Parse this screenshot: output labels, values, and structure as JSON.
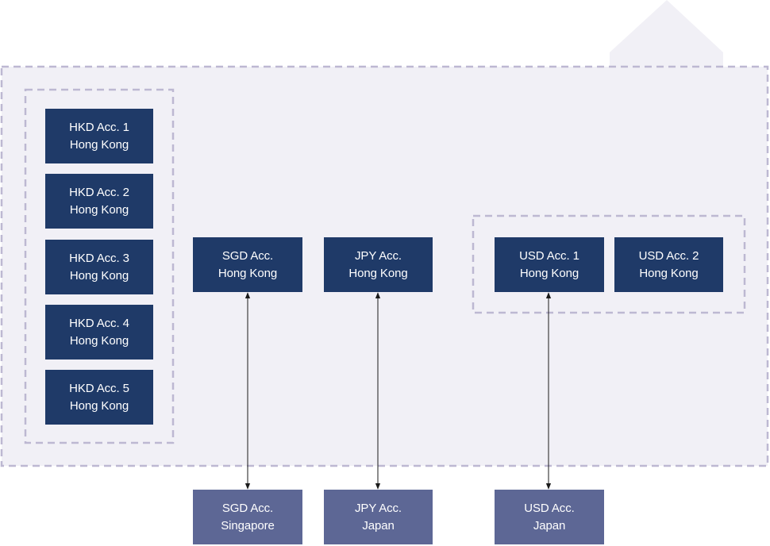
{
  "colors": {
    "region_fill": "#f1f0f6",
    "dash_border": "#bdb8d2",
    "account_dark": "#1f3a68",
    "account_light": "#5d6795",
    "arrow": "#1a1a1a"
  },
  "hk_accounts": [
    {
      "name": "HKD Acc. 1",
      "location": "Hong Kong"
    },
    {
      "name": "HKD Acc. 2",
      "location": "Hong Kong"
    },
    {
      "name": "HKD Acc. 3",
      "location": "Hong Kong"
    },
    {
      "name": "HKD Acc. 4",
      "location": "Hong Kong"
    },
    {
      "name": "HKD Acc. 5",
      "location": "Hong Kong"
    }
  ],
  "mid_accounts": [
    {
      "name": "SGD Acc.",
      "location": "Hong Kong"
    },
    {
      "name": "JPY Acc.",
      "location": "Hong Kong"
    }
  ],
  "usd_accounts": [
    {
      "name": "USD Acc. 1",
      "location": "Hong Kong"
    },
    {
      "name": "USD Acc. 2",
      "location": "Hong Kong"
    }
  ],
  "foreign_accounts": [
    {
      "name": "SGD Acc.",
      "location": "Singapore"
    },
    {
      "name": "JPY Acc.",
      "location": "Japan"
    },
    {
      "name": "USD Acc.",
      "location": "Japan"
    }
  ]
}
